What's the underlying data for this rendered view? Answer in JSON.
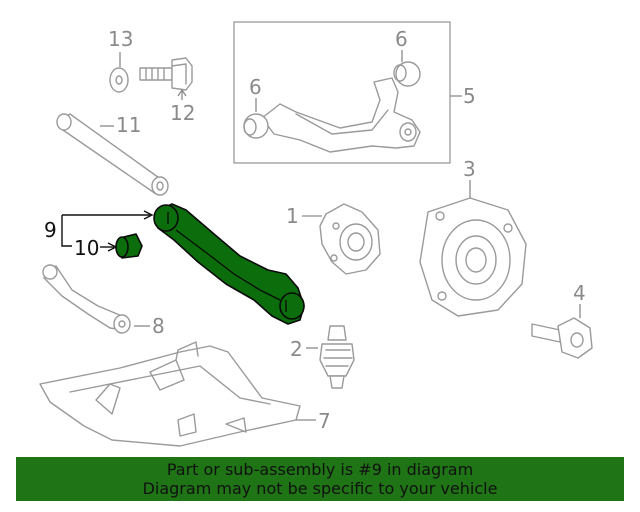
{
  "callouts": {
    "c1": "1",
    "c2": "2",
    "c3": "3",
    "c4": "4",
    "c5": "5",
    "c6a": "6",
    "c6b": "6",
    "c7": "7",
    "c8": "8",
    "c9": "9",
    "c10": "10",
    "c11": "11",
    "c12": "12",
    "c13": "13"
  },
  "highlight": {
    "part": "9",
    "color": "#1f7416"
  },
  "banner": {
    "line1": "Part or sub-assembly is #9 in diagram",
    "line2": "Diagram may not be specific to your vehicle",
    "background": "#1f7416"
  }
}
